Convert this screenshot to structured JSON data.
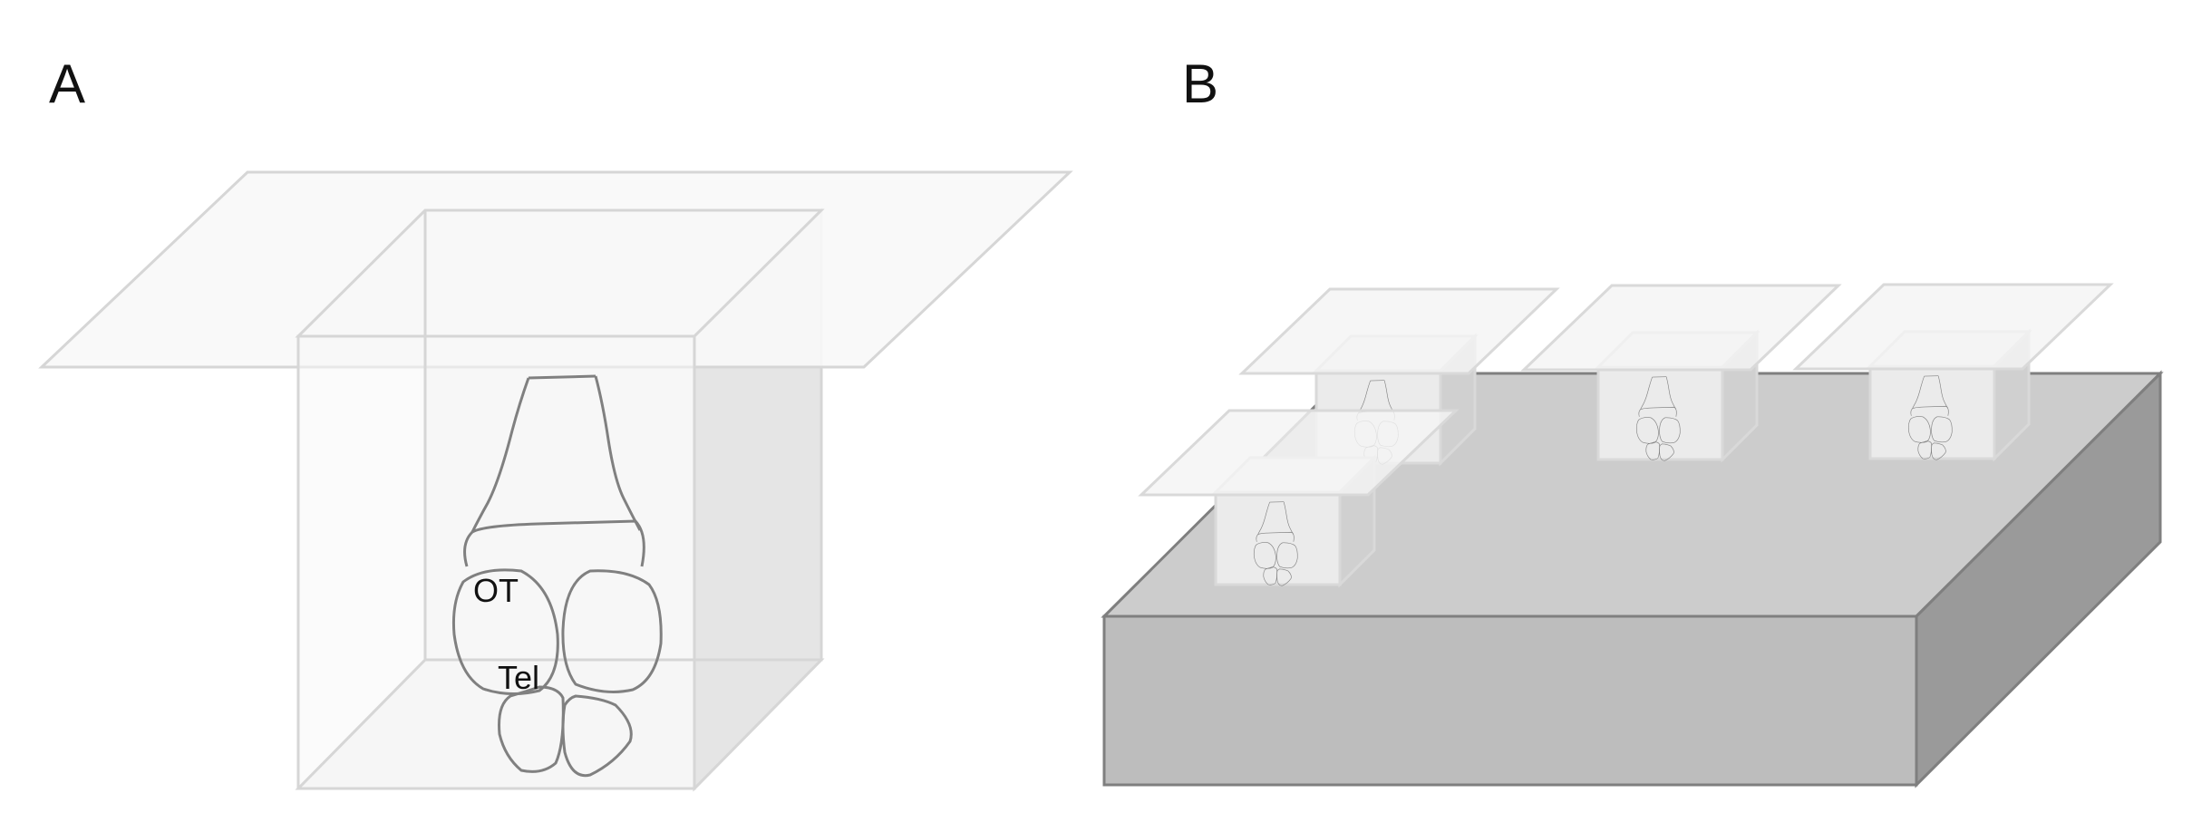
{
  "figure": {
    "panel_a": {
      "letter": "A",
      "label_ot": "OT",
      "label_tel": "Tel"
    },
    "panel_b": {
      "letter": "B",
      "sample_count": 4
    }
  },
  "colors": {
    "block_top": "#cccccc",
    "block_front": "#bdbdbd",
    "block_side": "#9a9a9a",
    "block_edge": "#7f7f7f",
    "cube_outline": "#d6d6d6",
    "brain_outline": "#808080",
    "plane_fill": "#f8f8f8"
  }
}
